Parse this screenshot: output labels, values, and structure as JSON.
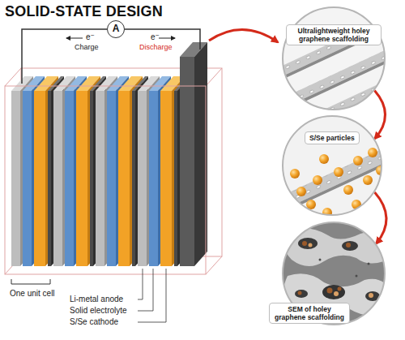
{
  "diagram": {
    "title": "SOLID-STATE DESIGN",
    "nodes": [
      {
        "text": [
          "A"
        ]
      },
      {
        "text": [
          "Ultralightweight holey graphene scaffolding"
        ]
      },
      {
        "text": [
          "S/Se particles"
        ]
      },
      {
        "text": [
          "SEM of holey graphene scaffolding"
        ]
      }
    ],
    "edges": [
      {
        "from": 1,
        "to": 2,
        "arrow": "to"
      },
      {
        "from": 2,
        "to": 3,
        "arrow": "to"
      }
    ],
    "labels": [
      "e⁻",
      "Charge",
      "e⁻",
      "Discharge",
      "One unit cell",
      "Li-metal anode",
      "Solid electrolyte",
      "S/Se cathode"
    ]
  }
}
